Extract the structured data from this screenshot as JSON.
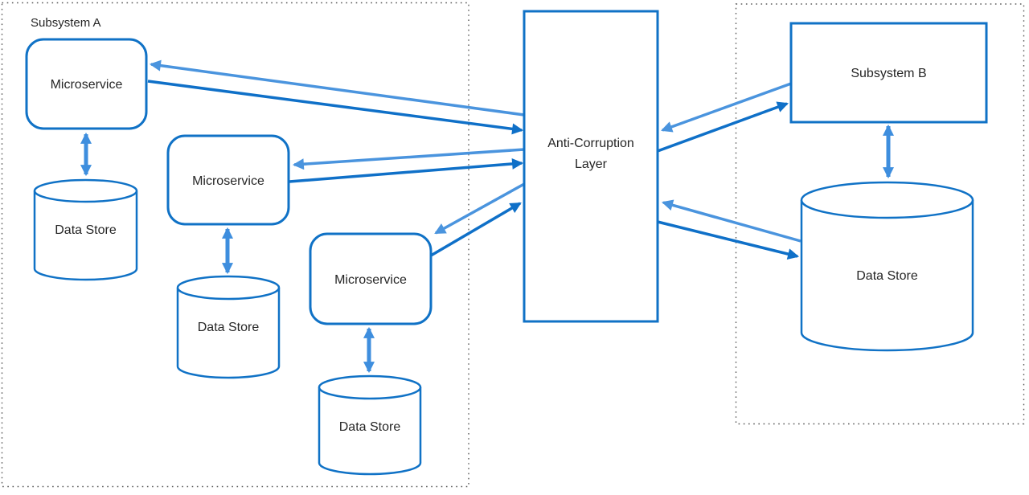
{
  "diagram": {
    "type": "architecture-diagram",
    "pattern": "Anti-Corruption Layer",
    "nodes": {
      "subsystem_a": {
        "label": "Subsystem A",
        "kind": "dotted-group"
      },
      "ms1": {
        "label": "Microservice",
        "kind": "rounded-rect"
      },
      "ms2": {
        "label": "Microservice",
        "kind": "rounded-rect"
      },
      "ms3": {
        "label": "Microservice",
        "kind": "rounded-rect"
      },
      "ds1": {
        "label": "Data Store",
        "kind": "cylinder"
      },
      "ds2": {
        "label": "Data Store",
        "kind": "cylinder"
      },
      "ds3": {
        "label": "Data Store",
        "kind": "cylinder"
      },
      "acl": {
        "line1": "Anti-Corruption",
        "line2": "Layer",
        "kind": "rect"
      },
      "subsystem_b": {
        "label": "Subsystem B",
        "kind": "rect"
      },
      "ds_b": {
        "label": "Data Store",
        "kind": "cylinder"
      }
    },
    "connections": [
      {
        "a": "anti-corruption-layer",
        "b": "microservice-1",
        "style": "paired-one-way-arrows"
      },
      {
        "a": "anti-corruption-layer",
        "b": "microservice-2",
        "style": "paired-one-way-arrows"
      },
      {
        "a": "anti-corruption-layer",
        "b": "microservice-3",
        "style": "paired-one-way-arrows"
      },
      {
        "a": "anti-corruption-layer",
        "b": "subsystem-b",
        "style": "paired-one-way-arrows"
      },
      {
        "a": "anti-corruption-layer",
        "b": "data-store-b",
        "style": "paired-one-way-arrows"
      },
      {
        "a": "microservice-1",
        "b": "data-store-1",
        "style": "double-headed-arrow"
      },
      {
        "a": "microservice-2",
        "b": "data-store-2",
        "style": "double-headed-arrow"
      },
      {
        "a": "microservice-3",
        "b": "data-store-3",
        "style": "double-headed-arrow"
      },
      {
        "a": "subsystem-b",
        "b": "data-store-b",
        "style": "double-headed-arrow"
      }
    ],
    "colors": {
      "shape_stroke": "#1072C6",
      "arrow_dark": "#0F70C8",
      "arrow_light": "#4A94DE",
      "arrow_vertical": "#3E8EDE",
      "dotted_border": "#595959",
      "text": "#262626",
      "background": "#FFFFFF"
    }
  }
}
